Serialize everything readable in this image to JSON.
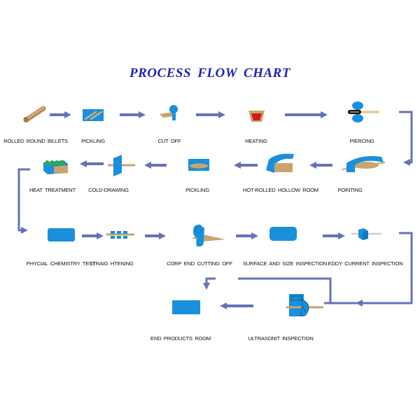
{
  "title": "PROCESS FLOW CHART",
  "colors": {
    "title": "#1f23b5",
    "arrow": "#6572b8",
    "equipment_blue": "#1a8fdc",
    "steel_tan": "#c8a56d",
    "heat_red": "#d01a1a"
  },
  "steps": [
    {
      "id": 1,
      "label": "ROLLED ROUND BILLETS",
      "icon": "billet-icon"
    },
    {
      "id": 2,
      "label": "PICKLING",
      "icon": "pickling-tank-icon"
    },
    {
      "id": 3,
      "label": "CUT OFF",
      "icon": "cutting-saw-icon"
    },
    {
      "id": 4,
      "label": "HEATING",
      "icon": "furnace-icon"
    },
    {
      "id": 5,
      "label": "PIERCING",
      "icon": "piercing-mill-icon"
    },
    {
      "id": 6,
      "label": "POINTING",
      "icon": "pointing-machine-icon"
    },
    {
      "id": 7,
      "label": "HOT-ROLLED HOLLOW  ROOM",
      "icon": "hollow-room-icon"
    },
    {
      "id": 8,
      "label": "PICKLING",
      "icon": "pickling-tank-icon"
    },
    {
      "id": 9,
      "label": "COLD-DRAWING",
      "icon": "cold-drawing-die-icon"
    },
    {
      "id": 10,
      "label": "HEAT  TREATMENT",
      "icon": "heat-treatment-furnace-icon"
    },
    {
      "id": 11,
      "label": "PHYCIAL  CHEMISTRY  TEST",
      "icon": "test-box-icon"
    },
    {
      "id": 12,
      "label": "STRAIG HTENING",
      "icon": "straightener-icon"
    },
    {
      "id": 13,
      "label": "CORP  END  CUTTING  OFF",
      "icon": "end-cutter-icon"
    },
    {
      "id": 14,
      "label": "SURFACE  AND SIZE  INSPECTION",
      "icon": "inspection-box-icon"
    },
    {
      "id": 15,
      "label": "EDDY  CURRENT  INSPECTION",
      "icon": "eddy-current-icon"
    },
    {
      "id": 16,
      "label": "ULTRASONIT  INSPECTION",
      "icon": "ultrasonic-tester-icon"
    },
    {
      "id": 17,
      "label": "END  PRODUCTS  ROOM",
      "icon": "products-room-icon"
    }
  ]
}
